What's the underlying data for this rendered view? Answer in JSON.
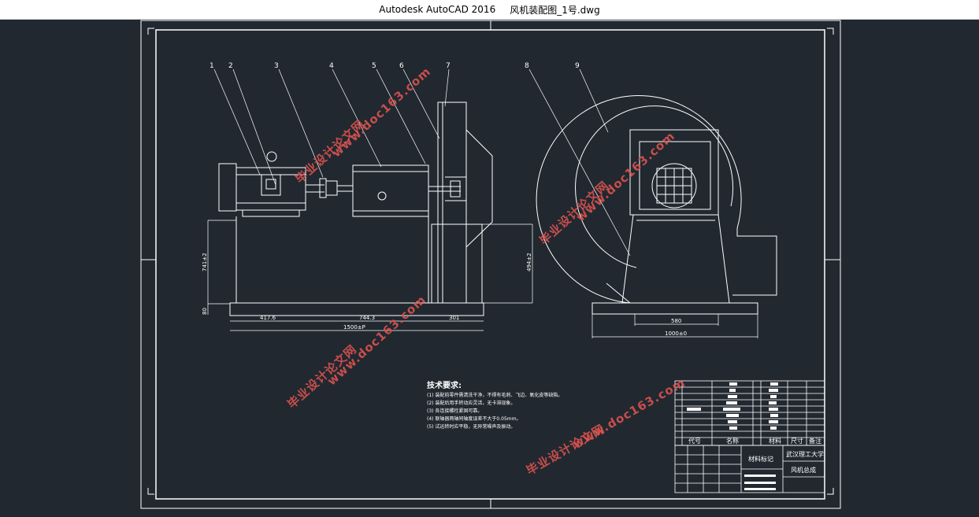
{
  "window": {
    "app_name": "Autodesk AutoCAD 2016",
    "file_name": "风机装配图_1号.dwg"
  },
  "drawing": {
    "part_numbers": [
      "1",
      "2",
      "3",
      "4",
      "5",
      "6",
      "7",
      "8",
      "9"
    ],
    "dimensions": {
      "d_417": "417.6",
      "d_744": "744.3",
      "d_1500": "1500±P",
      "d_301": "301",
      "d_500": "580",
      "d_1000": "1000±0",
      "d_vert_left": "741±2",
      "d_vert_right": "494±2",
      "d_80": "80"
    },
    "notes_title": "技术要求:",
    "notes_lines": [
      "(1) 装配前零件需清洗干净，不得有毛刺、飞边、氧化皮等缺陷。",
      "(2) 装配后用手转动应灵活，无卡滞现象。",
      "(3) 各连接螺栓紧固可靠。",
      "(4) 联轴器两轴同轴度误差不大于0.05mm。",
      "(5) 试运转时应平稳，无异常噪声及振动。"
    ],
    "bom_headers": {
      "code": "代号",
      "name": "名称",
      "material": "材料",
      "size": "尺寸",
      "remark": "备注"
    },
    "title_block": {
      "cell_marking": "材料标记",
      "school": "武汉理工大学",
      "drawing_name": "风机总成"
    },
    "watermark": {
      "cn": "毕业设计论文网",
      "url": "www.doc163.com"
    },
    "colors": {
      "background": "#212830",
      "lines": "#ffffff",
      "watermark": "#d9534f"
    }
  }
}
